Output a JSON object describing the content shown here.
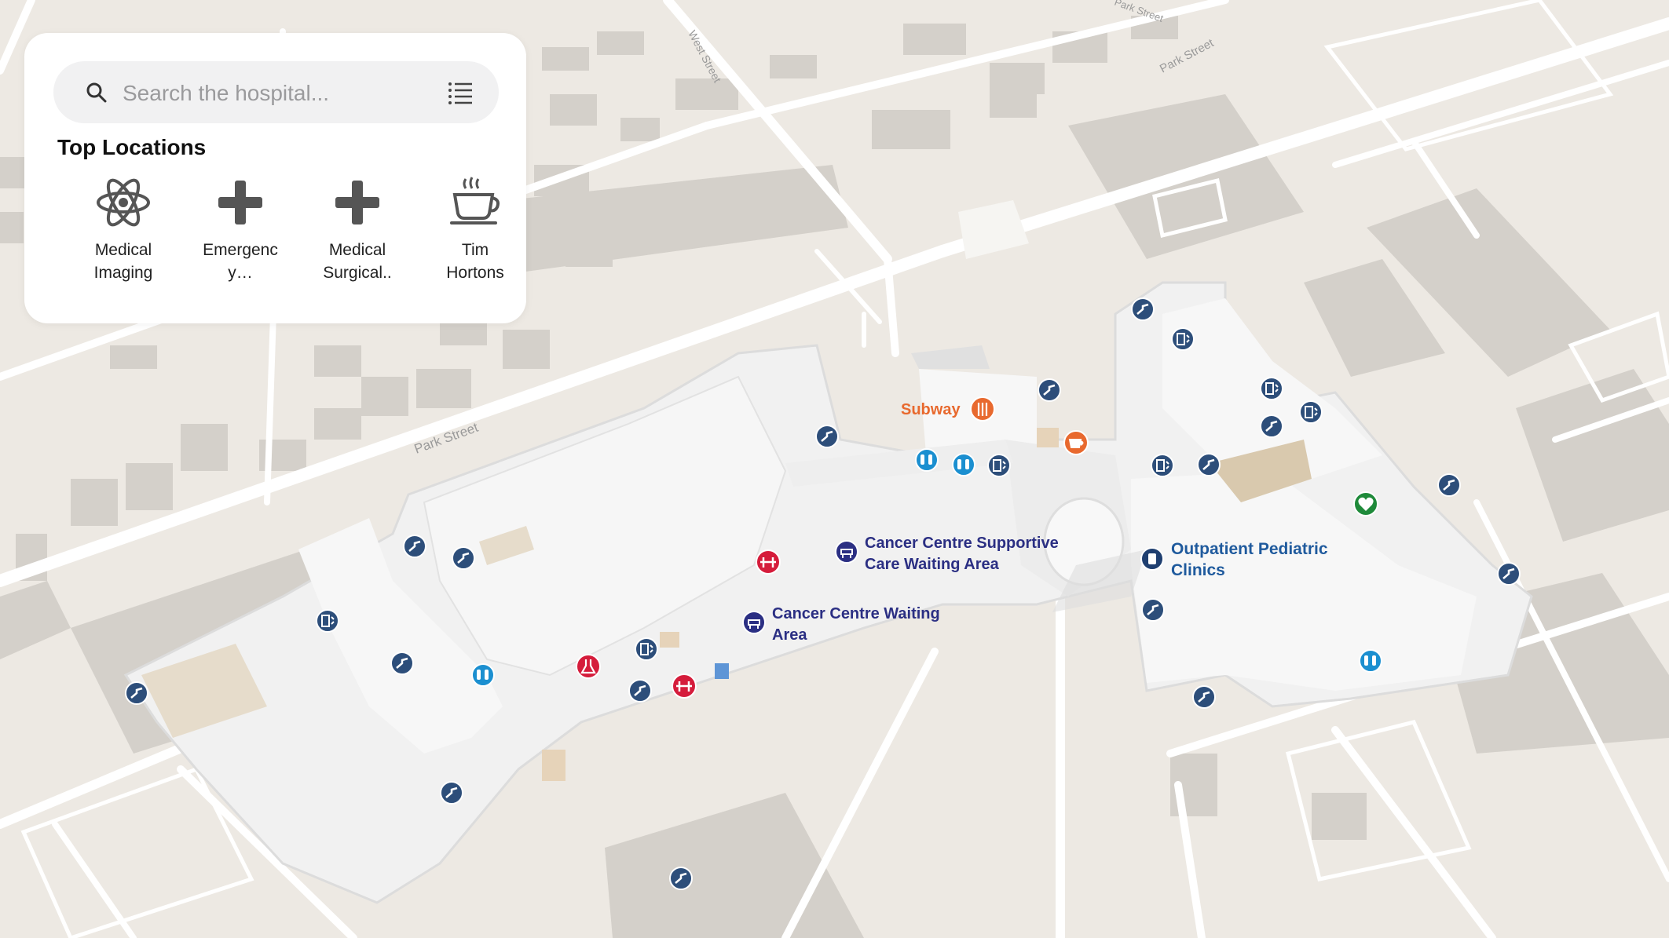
{
  "search": {
    "placeholder": "Search the hospital..."
  },
  "top_locations": {
    "title": "Top Locations",
    "items": [
      {
        "label": "Medical\nImaging",
        "icon": "atom-icon"
      },
      {
        "label": "Emergenc\ny…",
        "icon": "plus-icon"
      },
      {
        "label": "Medical\nSurgical..",
        "icon": "plus-icon"
      },
      {
        "label": "Tim\nHortons",
        "icon": "coffee-cup-icon"
      }
    ]
  },
  "map": {
    "streets": {
      "park_street_left": "Park Street",
      "park_street_right": "Park Street",
      "west_street": "West Street",
      "top_street": "Park Street"
    },
    "places": {
      "cancer_supportive_line1": "Cancer Centre Supportive",
      "cancer_supportive_line2": "Care Waiting Area",
      "cancer_waiting_line1": "Cancer Centre Waiting",
      "cancer_waiting_line2": "Area",
      "outpatient_line1": "Outpatient Pediatric",
      "outpatient_line2": "Clinics",
      "subway": "Subway"
    },
    "colors": {
      "background": "#ede9e3",
      "road": "#ffffff",
      "building": "#cfccc7",
      "hospital_floor": "#f4f4f4",
      "stairs_pin": "#2d4e7a",
      "restroom_pin": "#1b8fd0",
      "emergency_pin": "#d51c3b",
      "food_pin": "#e8692e",
      "health_pin": "#1f8a3a"
    }
  }
}
